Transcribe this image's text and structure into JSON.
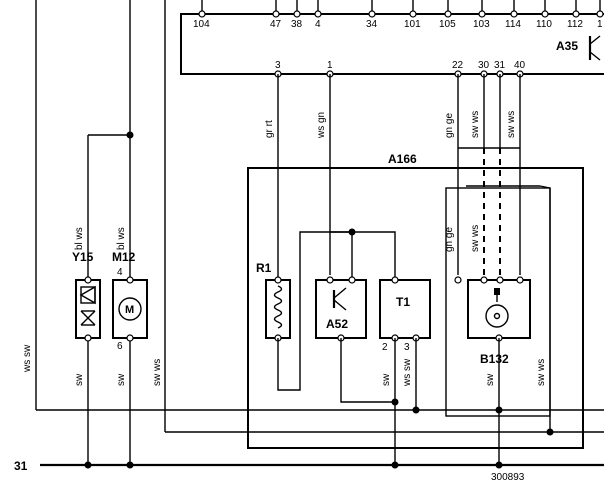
{
  "module_a35": {
    "label": "A35",
    "top_pins": [
      "104",
      "47",
      "38",
      "4",
      "34",
      "101",
      "105",
      "103",
      "114",
      "110",
      "112",
      "1"
    ],
    "bottom_pins": [
      "3",
      "1",
      "22",
      "30",
      "31",
      "40"
    ]
  },
  "module_a166": {
    "label": "A166",
    "components": {
      "r1": "R1",
      "a52": "A52",
      "t1": "T1",
      "b132": "B132"
    }
  },
  "left_components": {
    "y15": "Y15",
    "m12": "M12",
    "m12_symbol": "M",
    "m12_pin_top": "4",
    "m12_pin_bottom": "6"
  },
  "t1_pins": {
    "p2": "2",
    "p3": "3"
  },
  "wire_colors": {
    "gr_rt": "gr rt",
    "ws_gn": "ws gn",
    "gn_ge": "gn ge",
    "sw_ws": "sw ws",
    "ws_sw": "ws sw",
    "bl_ws": "bl ws",
    "sw": "sw"
  },
  "ground": {
    "label": "31"
  },
  "diagram_id": "300893"
}
